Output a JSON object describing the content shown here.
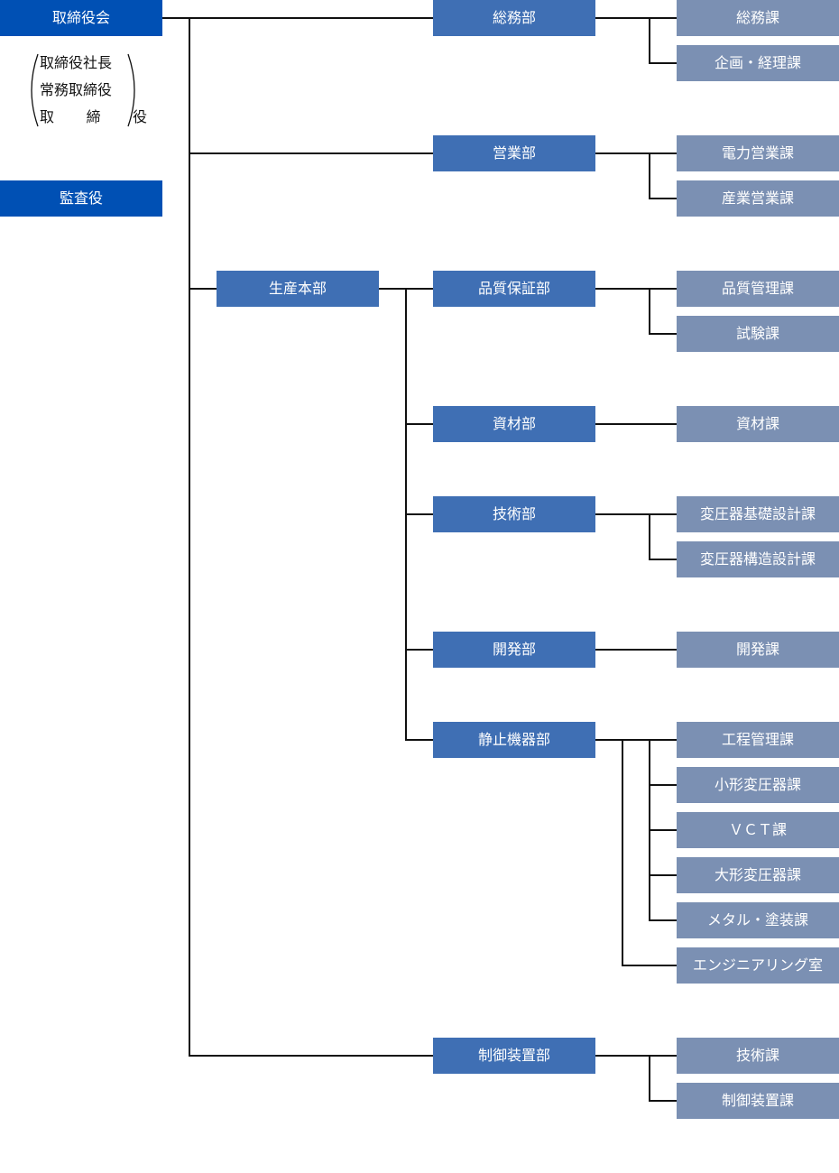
{
  "board": {
    "label": "取締役会"
  },
  "officers": [
    "取締役社長",
    "常務取締役",
    "取 締 役"
  ],
  "auditor": {
    "label": "監査役"
  },
  "division": {
    "label": "生産本部"
  },
  "departments": {
    "general_affairs": {
      "label": "総務部",
      "sections": [
        "総務課",
        "企画・経理課"
      ]
    },
    "sales": {
      "label": "営業部",
      "sections": [
        "電力営業課",
        "産業営業課"
      ]
    },
    "quality": {
      "label": "品質保証部",
      "sections": [
        "品質管理課",
        "試験課"
      ]
    },
    "materials": {
      "label": "資材部",
      "sections": [
        "資材課"
      ]
    },
    "engineering": {
      "label": "技術部",
      "sections": [
        "変圧器基礎設計課",
        "変圧器構造設計課"
      ]
    },
    "development": {
      "label": "開発部",
      "sections": [
        "開発課"
      ]
    },
    "static_equipment": {
      "label": "静止機器部",
      "sections": [
        "工程管理課",
        "小形変圧器課",
        "ＶＣＴ課",
        "大形変圧器課",
        "メタル・塗装課",
        "エンジニアリング室"
      ]
    },
    "control_equipment": {
      "label": "制御装置部",
      "sections": [
        "技術課",
        "制御装置課"
      ]
    }
  },
  "colors": {
    "top": "#0050b4",
    "department": "#3f6fb4",
    "section": "#7b90b3",
    "line": "#111111"
  }
}
